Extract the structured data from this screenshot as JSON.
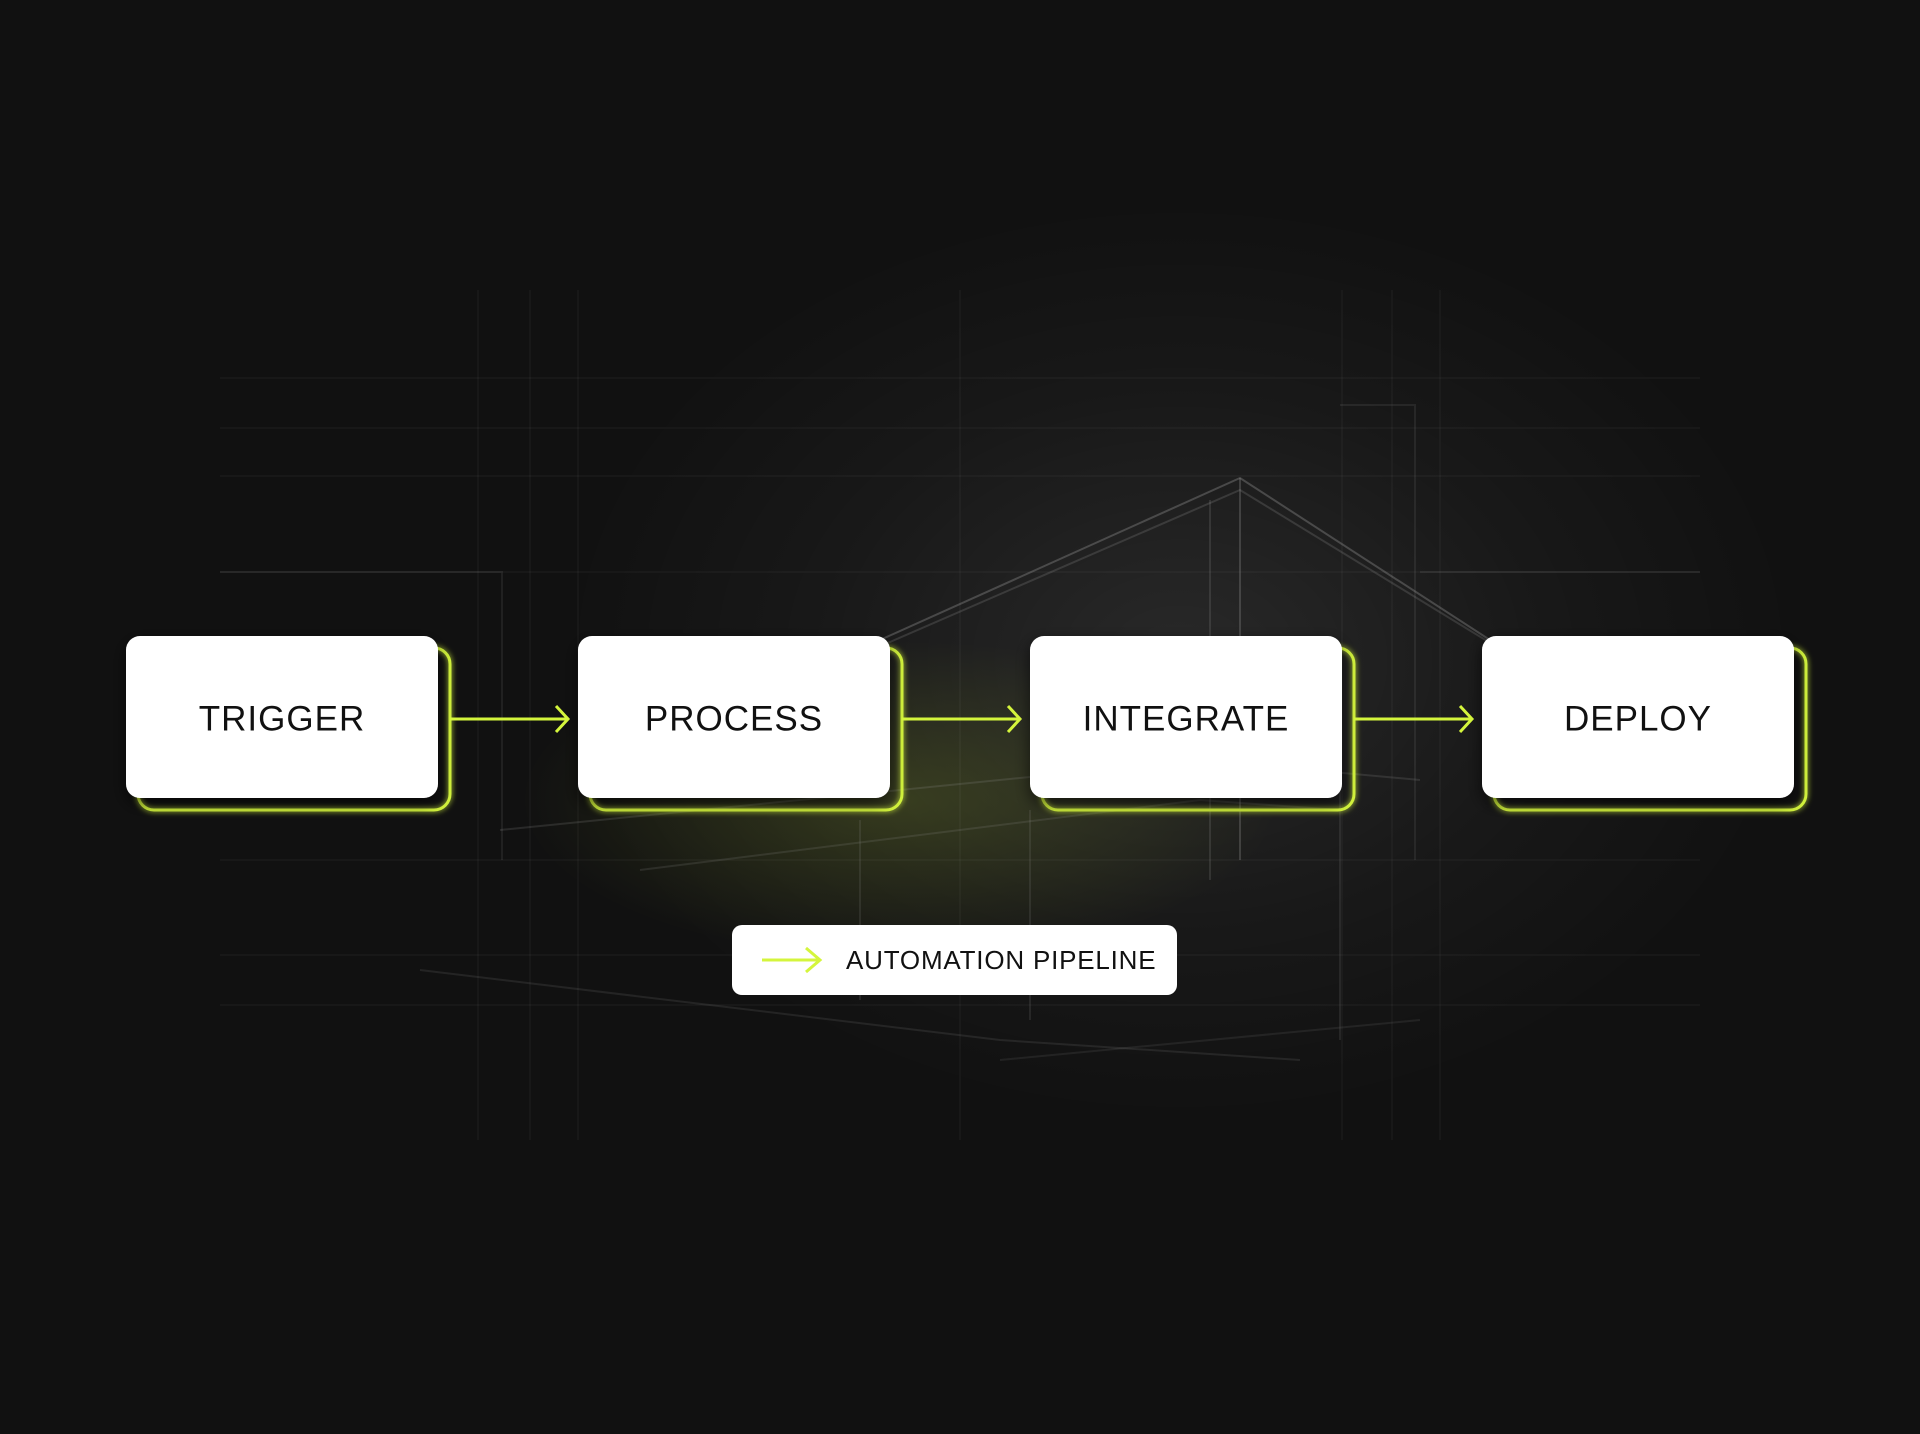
{
  "colors": {
    "background": "#111111",
    "accent": "#d4f53c",
    "card": "#ffffff",
    "text": "#111111",
    "wireframe": "#8a8a8a"
  },
  "pipeline": {
    "steps": [
      {
        "label": "TRIGGER"
      },
      {
        "label": "PROCESS"
      },
      {
        "label": "INTEGRATE"
      },
      {
        "label": "DEPLOY"
      }
    ],
    "connector_icon": "arrow-right-icon"
  },
  "legend": {
    "icon": "arrow-right-icon",
    "label": "AUTOMATION PIPELINE"
  }
}
